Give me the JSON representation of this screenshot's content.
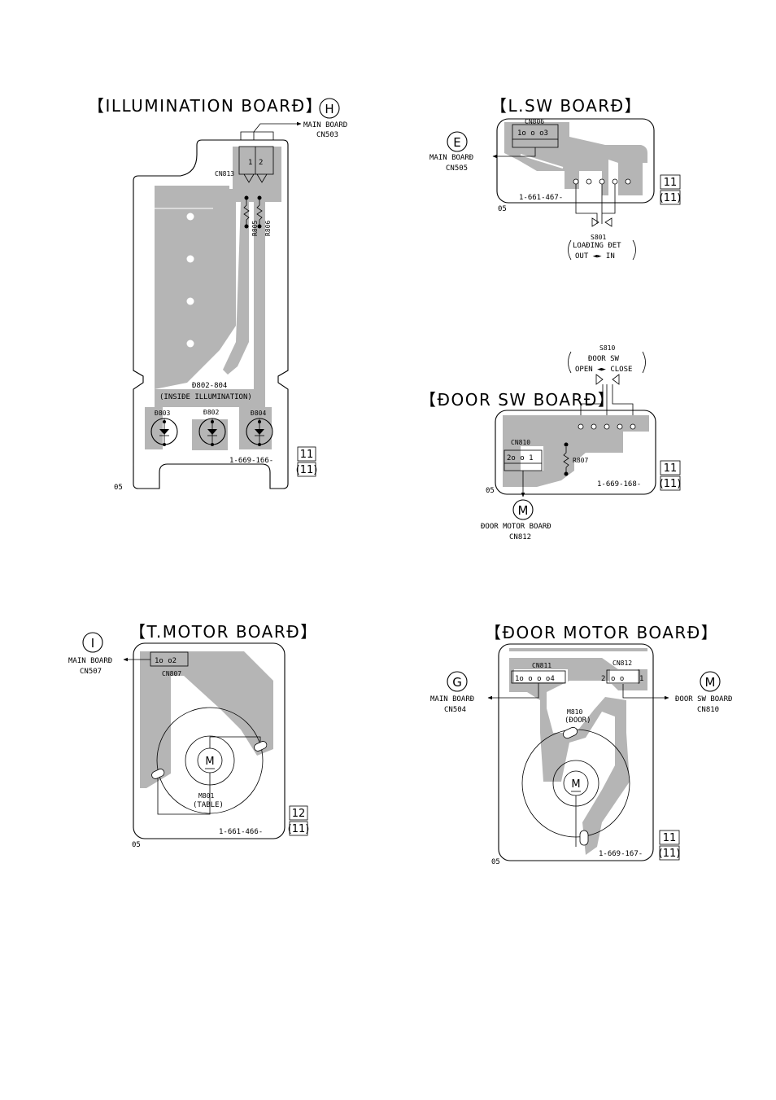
{
  "boards": {
    "illumination": {
      "title": "【ILLUMINATION BOARÐ】",
      "ref_letter": "H",
      "dest_board": "MAIN BOARD",
      "dest_conn": "CN503",
      "connector": "CN813",
      "pin1": "1",
      "pin2": "2",
      "resistor1": "R805",
      "resistor2": "R806",
      "led_group": "Ð802-804",
      "led_group_desc": "(INSIÐE ILLUMINATION)",
      "led1": "Ð803",
      "led2": "Ð802",
      "led3": "Ð804",
      "part_no": "1-669-166-",
      "side": "05",
      "box_top": "11",
      "box_bottom": "(11)"
    },
    "lsw": {
      "title": "【L.SW BOARÐ】",
      "ref_letter": "E",
      "dest_board": "MAIN BOARÐ",
      "dest_conn": "CN505",
      "connector": "CN806",
      "pins": "1o o o3",
      "switch": "S801",
      "switch_desc": "LOAÐING ÐET",
      "switch_dir": "OUT ◄► IN",
      "part_no": "1-661-467-",
      "side": "05",
      "box_top": "11",
      "box_bottom": "(11)"
    },
    "door_sw": {
      "title": "【ÐOOR SW BOARÐ】",
      "switch": "S810",
      "switch_desc": "ÐOOR SW",
      "switch_dir": "OPEN ◄► CLOSE",
      "connector": "CN810",
      "pins": "2o o 1",
      "resistor": "R807",
      "ref_letter": "M",
      "dest_board": "ÐOOR MOTOR BOARÐ",
      "dest_conn": "CN812",
      "part_no": "1-669-168-",
      "side": "05",
      "box_top": "11",
      "box_bottom": "(11)"
    },
    "tmotor": {
      "title": "【T.MOTOR BOARÐ】",
      "ref_letter": "I",
      "dest_board": "MAIN BOARÐ",
      "dest_conn": "CN507",
      "connector": "CN807",
      "pins": "1o o2",
      "motor_symbol": "M",
      "motor": "M801",
      "motor_desc": "(TABLE)",
      "part_no": "1-661-466-",
      "side": "05",
      "box_top": "12",
      "box_bottom": "(11)"
    },
    "door_motor": {
      "title": "【ÐOOR MOTOR BOARÐ】",
      "ref_left": "G",
      "left_board": "MAIN BOARÐ",
      "left_conn": "CN504",
      "ref_right": "M",
      "right_board": "ÐOOR SW BOARÐ",
      "right_conn": "CN810",
      "connector1": "CN811",
      "pins1": "1o o o o4",
      "connector2": "CN812",
      "pins2_left": "2",
      "pins2_right": "1",
      "motor_symbol": "M",
      "motor": "M810",
      "motor_desc": "(ÐOOR)",
      "part_no": "1-669-167-",
      "side": "05",
      "box_top": "11",
      "box_bottom": "(11)"
    }
  }
}
